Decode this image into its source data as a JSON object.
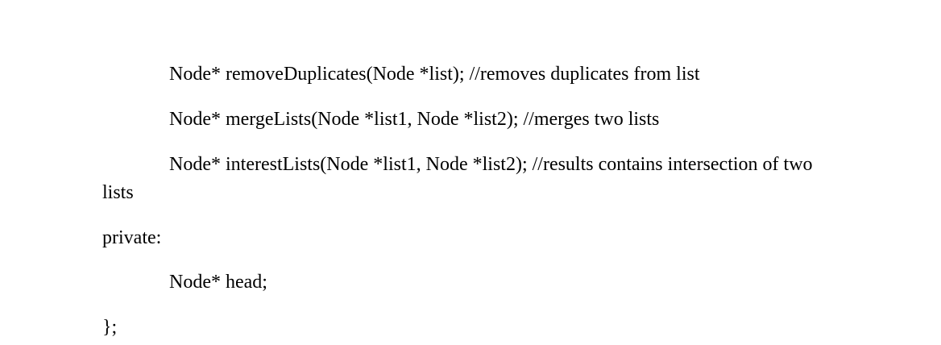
{
  "document": {
    "lines": [
      "Node* removeDuplicates(Node *list); //removes duplicates from list",
      "Node* mergeLists(Node *list1, Node *list2); //merges two lists",
      "Node* interestLists(Node *list1, Node *list2); //results contains intersection of two",
      "lists",
      "private:",
      "Node* head;",
      "};"
    ]
  }
}
